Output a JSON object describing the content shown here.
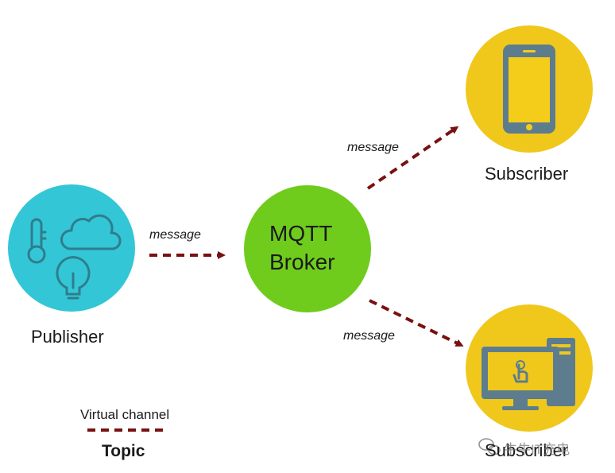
{
  "colors": {
    "publisher_fill": "#33c6d6",
    "broker_fill": "#6fcc1c",
    "subscriber_fill": "#f0c81c",
    "icon_stroke": "#2f7d8c",
    "device_fill": "#5d7d8f",
    "arrow": "#7a1010"
  },
  "publisher": {
    "label": "Publisher",
    "icons": [
      "thermometer-icon",
      "cloud-icon",
      "lightbulb-icon"
    ]
  },
  "broker": {
    "line1": "MQTT",
    "line2": "Broker"
  },
  "subscriber_top": {
    "label": "Subscriber",
    "icon": "smartphone-icon"
  },
  "subscriber_bottom": {
    "label": "Subscriber",
    "icon": "desktop-computer-icon"
  },
  "arrows": {
    "publisher_to_broker": "message",
    "broker_to_top": "message",
    "broker_to_bottom": "message"
  },
  "legend": {
    "title": "Virtual channel",
    "topic": "Topic"
  },
  "watermark": {
    "icon": "wechat-icon",
    "text": "牛牛IT充电"
  }
}
